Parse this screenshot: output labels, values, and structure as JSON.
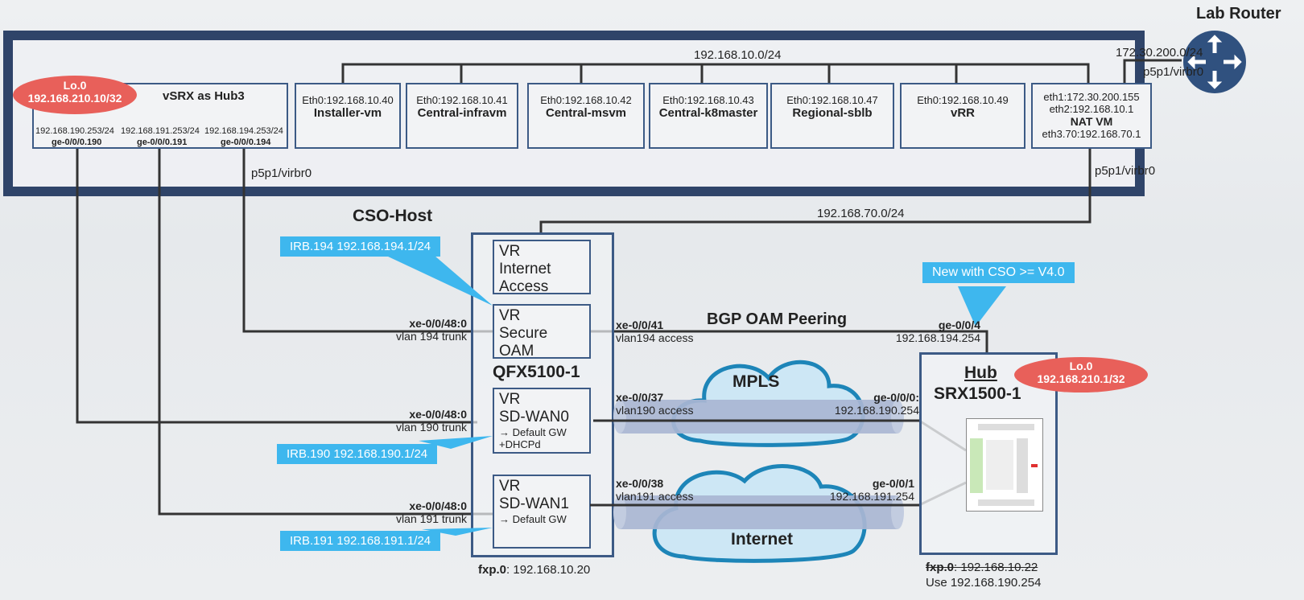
{
  "lab_router": "Lab Router",
  "host_title": "CSO-Host",
  "hub3": {
    "title": "vSRX as Hub3",
    "lo_name": "Lo.0",
    "lo_ip": "192.168.210.10/32",
    "if1_ip": "192.168.190.253/24",
    "if1_name": "ge-0/0/0.190",
    "if2_ip": "192.168.191.253/24",
    "if2_name": "ge-0/0/0.191",
    "if3_ip": "192.168.194.253/24",
    "if3_name": "ge-0/0/0.194"
  },
  "vms": [
    {
      "ip": "Eth0:192.168.10.40",
      "name": "Installer-vm"
    },
    {
      "ip": "Eth0:192.168.10.41",
      "name": "Central-infravm"
    },
    {
      "ip": "Eth0:192.168.10.42",
      "name": "Central-msvm"
    },
    {
      "ip": "Eth0:192.168.10.43",
      "name": "Central-k8master"
    },
    {
      "ip": "Eth0:192.168.10.47",
      "name": "Regional-sblb"
    },
    {
      "ip": "Eth0:192.168.10.49",
      "name": "vRR"
    }
  ],
  "nat_vm": {
    "eth1": "eth1:172.30.200.155",
    "eth2": "eth2:192.168.10.1",
    "name": "NAT VM",
    "eth3": "eth3.70:192.168.70.1"
  },
  "nets": {
    "mgmt": "192.168.10.0/24",
    "ext": "172.30.200.0/24",
    "ext_if": "p5p1/virbr0",
    "left_if": "p5p1/virbr0",
    "right_if": "p5p1/virbr0",
    "oam_net": "192.168.70.0/24"
  },
  "callouts": {
    "irb194": "IRB.194 192.168.194.1/24",
    "irb190": "IRB.190 192.168.190.1/24",
    "irb191": "IRB.191 192.168.191.1/24",
    "new_cso": "New with CSO >= V4.0"
  },
  "qfx": {
    "name": "QFX5100-1",
    "vr_internet": "VR\nInternet\nAccess",
    "vr_oam": "VR\nSecure\nOAM",
    "vr_wan0": "VR\nSD-WAN0",
    "vr_wan0_note1": "→ Default GW",
    "vr_wan0_note2": "+DHCPd",
    "vr_wan1": "VR\nSD-WAN1",
    "vr_wan1_note": "→ Default GW",
    "fxp_label": "fxp.0",
    "fxp_ip": ": 192.168.10.20"
  },
  "links": {
    "l194_if": "xe-0/0/48:0",
    "l194_desc": "vlan 194 trunk",
    "l190_if": "xe-0/0/48:0",
    "l190_desc": "vlan 190 trunk",
    "l191_if": "xe-0/0/48:0",
    "l191_desc": "vlan 191 trunk",
    "r41_if": "xe-0/0/41",
    "r41_desc": "vlan194 access",
    "r37_if": "xe-0/0/37",
    "r37_desc": "vlan190 access",
    "r38_if": "xe-0/0/38",
    "r38_desc": "vlan191 access",
    "bgp": "BGP OAM Peering",
    "h4_if": "ge-0/0/4",
    "h4_ip": "192.168.194.254",
    "h0_if": "ge-0/0/0:",
    "h0_ip": "192.168.190.254",
    "h1_if": "ge-0/0/1",
    "h1_ip": "192.168.191.254"
  },
  "clouds": {
    "mpls": "MPLS",
    "internet": "Internet"
  },
  "hub": {
    "title": "Hub",
    "model": "SRX1500-1",
    "lo_name": "Lo.0",
    "lo_ip": "192.168.210.1/32",
    "fxp_label": "fxp.0",
    "fxp_ip": ": 192.168.10.22",
    "use": "Use 192.168.190.254"
  }
}
